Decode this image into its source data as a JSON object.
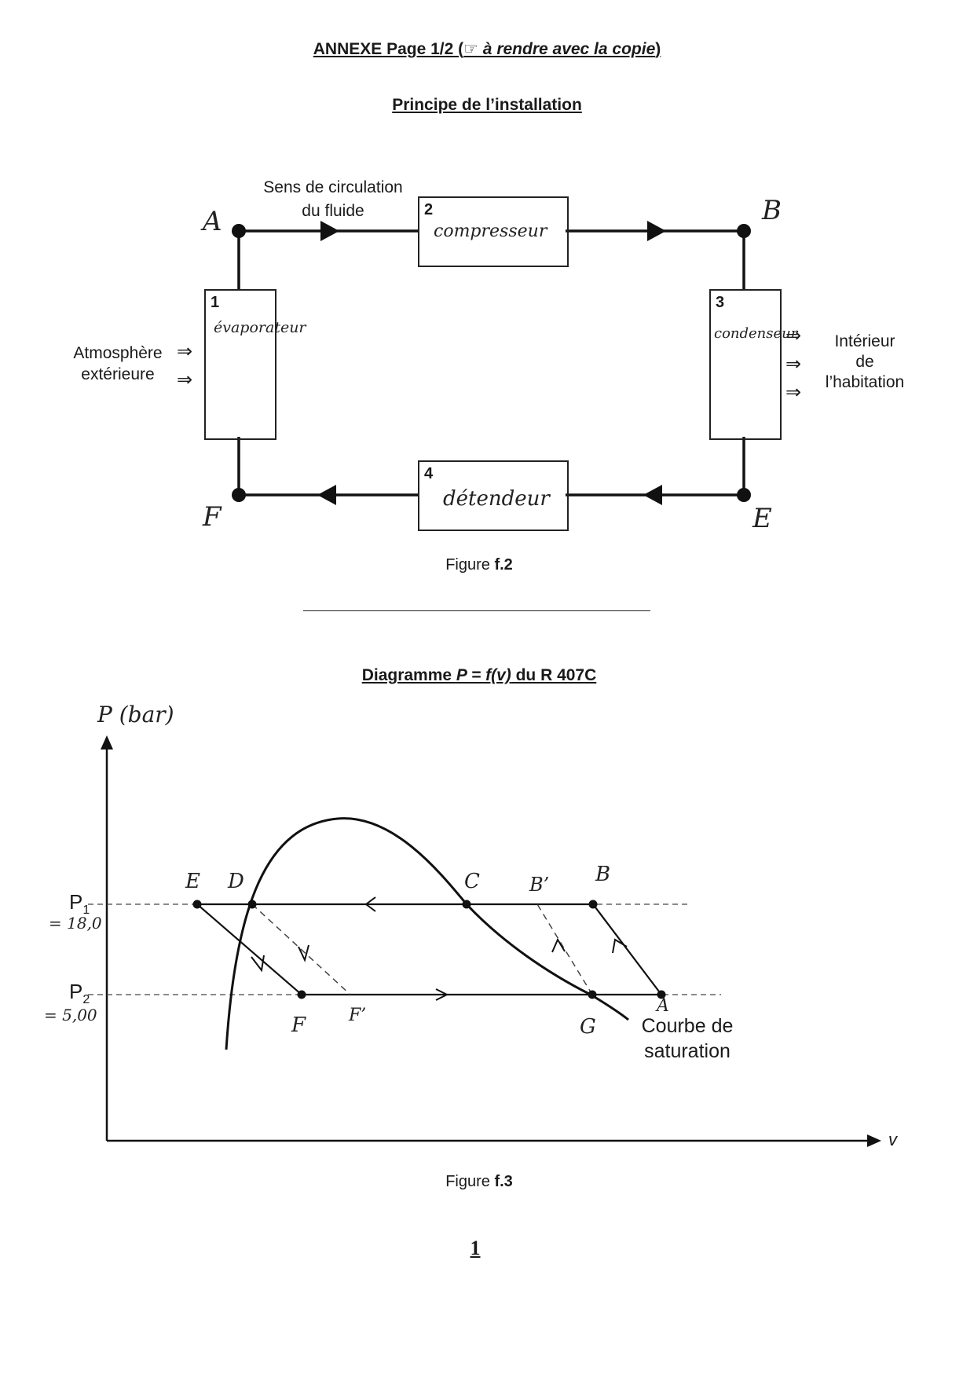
{
  "header": {
    "prefix": "ANNEXE  Page 1/2  (",
    "hand_glyph": "☞",
    "italic_part": " à rendre avec la copie",
    "suffix": ")"
  },
  "figure2": {
    "title": "Principe de l’installation",
    "flow_label_line1": "Sens de circulation",
    "flow_label_line2": "du fluide",
    "points": {
      "A": "A",
      "B": "B",
      "E": "E",
      "F": "F"
    },
    "boxes": [
      {
        "num": "1",
        "name": "évaporateur"
      },
      {
        "num": "2",
        "name": "compresseur"
      },
      {
        "num": "3",
        "name": "condenseur"
      },
      {
        "num": "4",
        "name": "détendeur"
      }
    ],
    "left_label_line1": "Atmosphère",
    "left_label_line2": "extérieure",
    "right_label_line1": "Intérieur",
    "right_label_line2": "de",
    "right_label_line3": "l’habitation",
    "arrow_glyph": "⇒",
    "caption_prefix": "Figure ",
    "caption_bold": "f.2"
  },
  "figure3": {
    "title_prefix": "Diagramme ",
    "title_italic": "P = f(v)",
    "title_suffix": " du R 407C",
    "y_axis_label": "P (bar)",
    "x_axis_label": "v",
    "p1_label": "P",
    "p1_sub": "1",
    "p1_value": "= 18,0",
    "p2_label": "P",
    "p2_sub": "2",
    "p2_value": "= 5,00",
    "points": {
      "E": "E",
      "D": "D",
      "C": "C",
      "B_prime": "B’",
      "B": "B",
      "F": "F",
      "F_prime": "F’",
      "G": "G",
      "A": "A"
    },
    "curve_label_line1": "Courbe de",
    "curve_label_line2": "saturation",
    "caption_prefix": "Figure ",
    "caption_bold": "f.3"
  },
  "page_number": "1"
}
